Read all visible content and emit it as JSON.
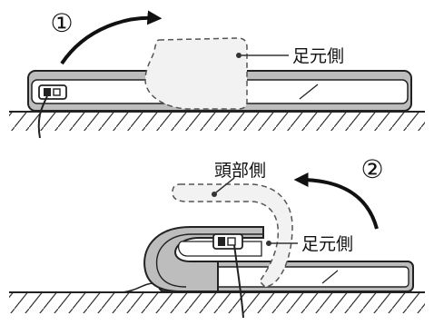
{
  "figure": {
    "step1": {
      "number": "①",
      "label_foot": "足元側"
    },
    "step2": {
      "number": "②",
      "label_head": "頭部側",
      "label_foot": "足元側"
    }
  }
}
